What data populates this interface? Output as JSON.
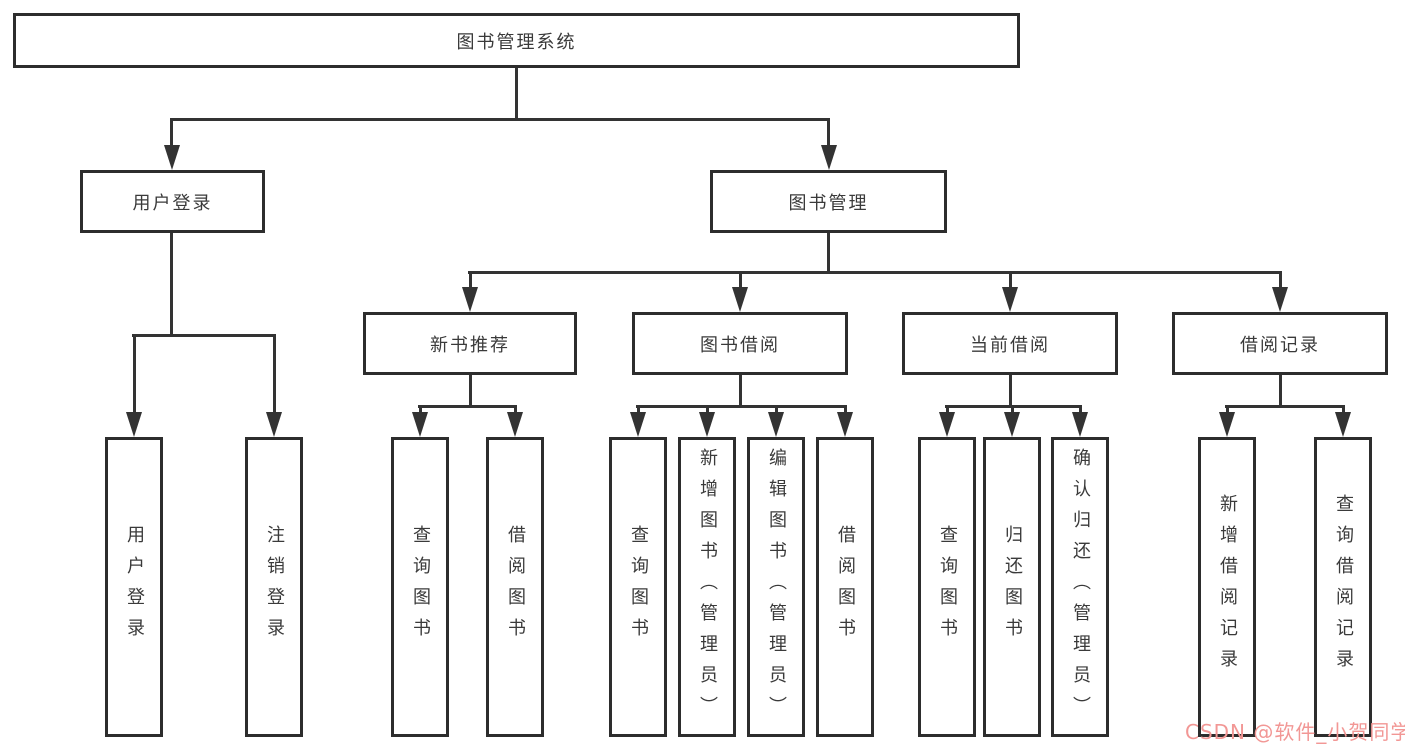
{
  "tree": {
    "root": {
      "label": "图书管理系统",
      "children": [
        {
          "label": "用户登录",
          "children": [
            {
              "label": "用户登录"
            },
            {
              "label": "注销登录"
            }
          ]
        },
        {
          "label": "图书管理",
          "children": [
            {
              "label": "新书推荐",
              "children": [
                {
                  "label": "查询图书"
                },
                {
                  "label": "借阅图书"
                }
              ]
            },
            {
              "label": "图书借阅",
              "children": [
                {
                  "label": "查询图书"
                },
                {
                  "label": "新增图书（管理员）"
                },
                {
                  "label": "编辑图书（管理员）"
                },
                {
                  "label": "借阅图书"
                }
              ]
            },
            {
              "label": "当前借阅",
              "children": [
                {
                  "label": "查询图书"
                },
                {
                  "label": "归还图书"
                },
                {
                  "label": "确认归还（管理员）"
                }
              ]
            },
            {
              "label": "借阅记录",
              "children": [
                {
                  "label": "新增借阅记录"
                },
                {
                  "label": "查询借阅记录"
                }
              ]
            }
          ]
        }
      ]
    }
  },
  "watermark": {
    "text": "CSDN @软件_小贺同学",
    "color": "#f29795"
  },
  "colors": {
    "line": "#333333",
    "box_border": "#2d2d2d",
    "box_fill": "#ffffff",
    "text": "#3a3a3a",
    "background": "#ffffff"
  }
}
